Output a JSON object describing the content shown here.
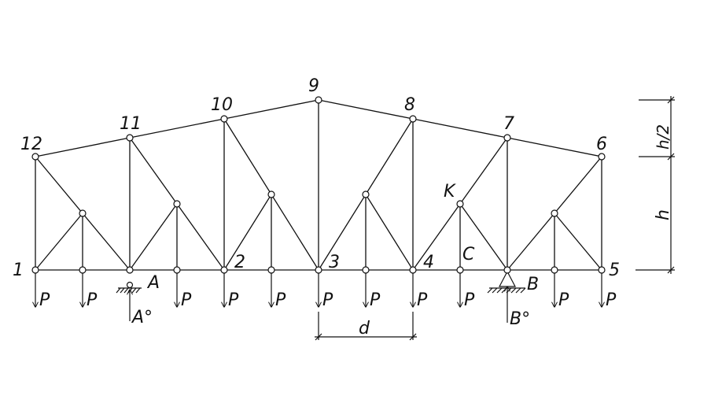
{
  "node_labels": {
    "n1": "1",
    "n2": "2",
    "n3": "3",
    "n4": "4",
    "n5": "5",
    "n6": "6",
    "n7": "7",
    "n8": "8",
    "n9": "9",
    "n10": "10",
    "n11": "11",
    "n12": "12"
  },
  "point_labels": {
    "A": "A",
    "B": "B",
    "C": "C",
    "K": "K"
  },
  "load_label": "P",
  "reaction_labels": {
    "A": "A°",
    "B": "B°"
  },
  "dimension_labels": {
    "d": "d",
    "h": "h",
    "h_half": "h/2"
  }
}
